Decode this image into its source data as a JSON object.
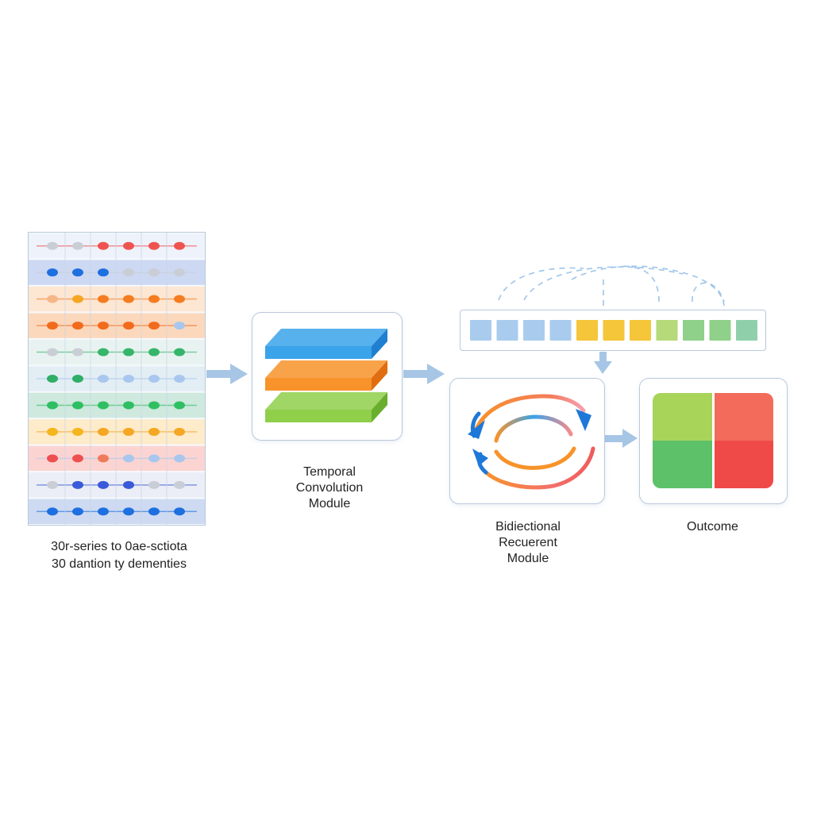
{
  "input": {
    "caption_line1": "30r-series to 0ae-sctiota",
    "caption_line2": "30 dantion ty dementies",
    "rows": [
      {
        "bg": "#eef2fa",
        "dots": [
          "#c9ced6",
          "#c9ced6",
          "#ef5350",
          "#ef5350",
          "#ef5350",
          "#ef5350"
        ]
      },
      {
        "bg": "#cdd9f2",
        "dots": [
          "#1e6fe0",
          "#1e6fe0",
          "#1e6fe0",
          "#c9ced6",
          "#c9ced6",
          "#c9ced6"
        ]
      },
      {
        "bg": "#fde6d2",
        "dots": [
          "#f5b78a",
          "#f5a623",
          "#f57c1f",
          "#f57c1f",
          "#f57c1f",
          "#f57c1f"
        ]
      },
      {
        "bg": "#fbd8bc",
        "dots": [
          "#f26b1d",
          "#f26b1d",
          "#f26b1d",
          "#f26b1d",
          "#f26b1d",
          "#a9c7ee"
        ]
      },
      {
        "bg": "#e8f3f1",
        "dots": [
          "#c9ced6",
          "#c9ced6",
          "#35b56a",
          "#35b56a",
          "#35b56a",
          "#35b56a"
        ]
      },
      {
        "bg": "#e2eef4",
        "dots": [
          "#2fae66",
          "#2fae66",
          "#a9c7ee",
          "#a9c7ee",
          "#a9c7ee",
          "#a9c7ee"
        ]
      },
      {
        "bg": "#cfe9df",
        "dots": [
          "#2fbf62",
          "#2fbf62",
          "#2fbf62",
          "#2fbf62",
          "#2fbf62",
          "#2fbf62"
        ]
      },
      {
        "bg": "#fdebc9",
        "dots": [
          "#f5b51c",
          "#f5b51c",
          "#f5a623",
          "#f5a623",
          "#f5a623",
          "#f5a623"
        ]
      },
      {
        "bg": "#fbd4d2",
        "dots": [
          "#ef4f4f",
          "#ef4f4f",
          "#f07b5a",
          "#a9c7ee",
          "#a9c7ee",
          "#a9c7ee"
        ]
      },
      {
        "bg": "#ebeef6",
        "dots": [
          "#c9ced6",
          "#3a5bd9",
          "#3a5bd9",
          "#3a5bd9",
          "#c9ced6",
          "#c9ced6"
        ]
      },
      {
        "bg": "#cddaf1",
        "dots": [
          "#1e6fe0",
          "#1e6fe0",
          "#1e6fe0",
          "#1e6fe0",
          "#1e6fe0",
          "#1e6fe0"
        ]
      }
    ]
  },
  "temporal": {
    "line1": "Temporal",
    "line2": "Convolution",
    "line3": "Module",
    "layer_colors": [
      "#3aa3ea",
      "#f7932a",
      "#8fcf4a"
    ]
  },
  "sequence": {
    "cell_colors": [
      "#a9ccee",
      "#a9ccee",
      "#a9ccee",
      "#a9ccee",
      "#f5c53a",
      "#f5c53a",
      "#f5c53a",
      "#b6d97a",
      "#8fd08a",
      "#8fd08a",
      "#8fd0aa"
    ]
  },
  "bidirectional": {
    "line1": "Bidiectional",
    "line2": "Recuerent",
    "line3": "Module"
  },
  "outcome": {
    "label": "Outcome",
    "colors": {
      "top_left": "#a8d45a",
      "top_right": "#f36b5b",
      "bottom_left": "#5cc168",
      "bottom_right": "#ef4a48"
    }
  },
  "colors": {
    "arrow": "#a7c6e6",
    "border": "#b9c9dc"
  }
}
